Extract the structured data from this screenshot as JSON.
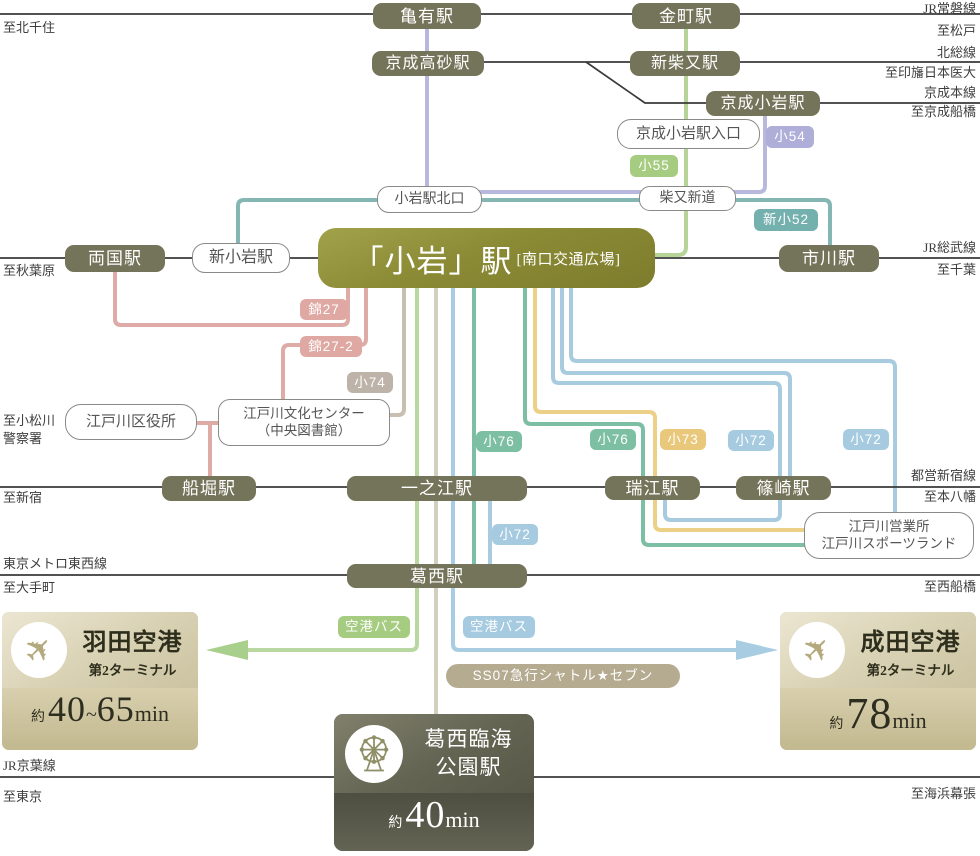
{
  "edge_labels": {
    "left": [
      "至北千住",
      "至秋葉原",
      "至小松川\n警察署",
      "至新宿",
      "東京メトロ東西線",
      "至大手町",
      "JR京葉線",
      "至東京"
    ],
    "right": [
      "JR常磐線",
      "至松戸",
      "北総線",
      "至印旛日本医大",
      "京成本線",
      "至京成船橋",
      "JR総武線",
      "至千葉",
      "都営新宿線",
      "至本八幡",
      "至西船橋",
      "至海浜幕張"
    ]
  },
  "stations": [
    "亀有駅",
    "金町駅",
    "京成高砂駅",
    "新柴又駅",
    "京成小岩駅",
    "両国駅",
    "市川駅",
    "船堀駅",
    "一之江駅",
    "瑞江駅",
    "篠崎駅",
    "葛西駅"
  ],
  "stops": [
    "京成小岩駅入口",
    "小岩駅北口",
    "柴又新道",
    "新小岩駅",
    "江戸川区役所",
    "江戸川文化センター\n（中央図書館）",
    "江戸川営業所\n江戸川スポーツランド"
  ],
  "main_station": {
    "name": "「小岩」駅",
    "note": "[南口交通広場]"
  },
  "badges": [
    {
      "label": "小54"
    },
    {
      "label": "小55"
    },
    {
      "label": "新小52"
    },
    {
      "label": "錦27"
    },
    {
      "label": "錦27-2"
    },
    {
      "label": "小74"
    },
    {
      "label": "小76"
    },
    {
      "label": "小76"
    },
    {
      "label": "小73"
    },
    {
      "label": "小72"
    },
    {
      "label": "小72"
    },
    {
      "label": "小72"
    },
    {
      "label": "空港バス"
    },
    {
      "label": "空港バス"
    },
    {
      "label": "SS07急行シャトル★セブン"
    }
  ],
  "cards": {
    "haneda": {
      "title": "羽田空港",
      "subtitle": "第2ターミナル",
      "approx": "約",
      "t1": "40",
      "sep": "~",
      "t2": "65",
      "unit": "min"
    },
    "narita": {
      "title": "成田空港",
      "subtitle": "第2ターミナル",
      "approx": "約",
      "t1": "78",
      "unit": "min"
    },
    "kasai_rinkai": {
      "title": "葛西臨海\n公園駅",
      "approx": "約",
      "t1": "40",
      "unit": "min"
    }
  },
  "colors": {
    "station_box": "#74745a",
    "main_box_olive": "#8b8b36",
    "lavender": "#aeaed8",
    "green": "#a5cc80",
    "teal": "#74b0ae",
    "pink": "#dfa8a2",
    "taupe": "#beb3a8",
    "teal_green": "#7cbfa2",
    "yellow": "#e9c87c",
    "light_blue": "#a6cbe0",
    "ss07_taupe": "#b5ab90",
    "railway_black": "#3a3a3a",
    "card_beige": "#d8d1b3",
    "kasai_dark": "#646453"
  }
}
